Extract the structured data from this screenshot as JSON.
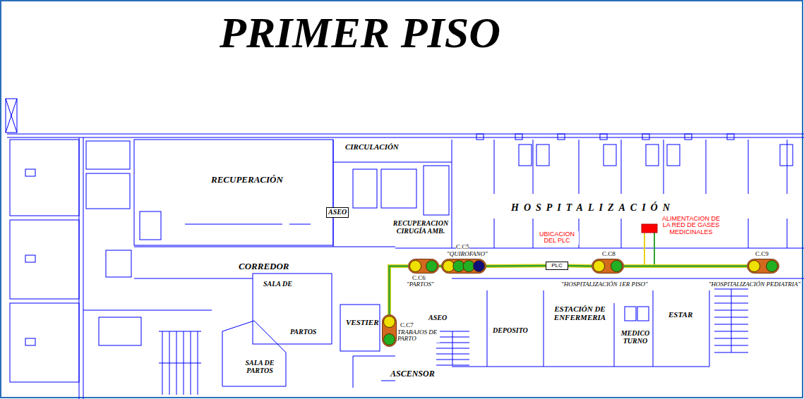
{
  "diagram": {
    "title": "PRIMER PISO",
    "nodes": [
      {
        "text": [
          "C.C7",
          "TRABAJOS DE PARTO"
        ]
      },
      {
        "text": [
          "C.C6",
          "\"PARTOS\""
        ]
      },
      {
        "text": [
          "C.C5",
          "\"QUIROFANO\""
        ]
      },
      {
        "text": [
          "PLC"
        ]
      },
      {
        "text": [
          "C.C8",
          "\"HOSPITALIZACIÓN 1ER PISO\""
        ]
      },
      {
        "text": [
          "C.C9",
          "\"HOSPITALIZACIÓN PEDIATRIA\""
        ]
      }
    ],
    "edges": [
      {
        "from": 0,
        "to": 1,
        "arrow": "none"
      },
      {
        "from": 1,
        "to": 2,
        "arrow": "none"
      },
      {
        "from": 2,
        "to": 3,
        "arrow": "none"
      },
      {
        "from": 3,
        "to": 4,
        "arrow": "none"
      },
      {
        "from": 4,
        "to": 5,
        "arrow": "none"
      }
    ],
    "labels": [
      "CIRCULACIÓN",
      "RECUPERACIÓN",
      "ASEO",
      "HOSPITALIZACIÓN",
      "RECUPERACION CIRUGÍA AMB.",
      "UBICACION DEL PLC",
      "ALIMENTACION DE LA RED DE GASES MEDICINALES",
      "CORREDOR",
      "SALA DE",
      "ASEO",
      "ESTACIÓN DE ENFERMERIA",
      "ESTAR",
      "VESTIER",
      "DEPOSITO",
      "PARTOS",
      "MEDICO TURNO",
      "SALA DE PARTOS",
      "ASCENSOR"
    ]
  }
}
